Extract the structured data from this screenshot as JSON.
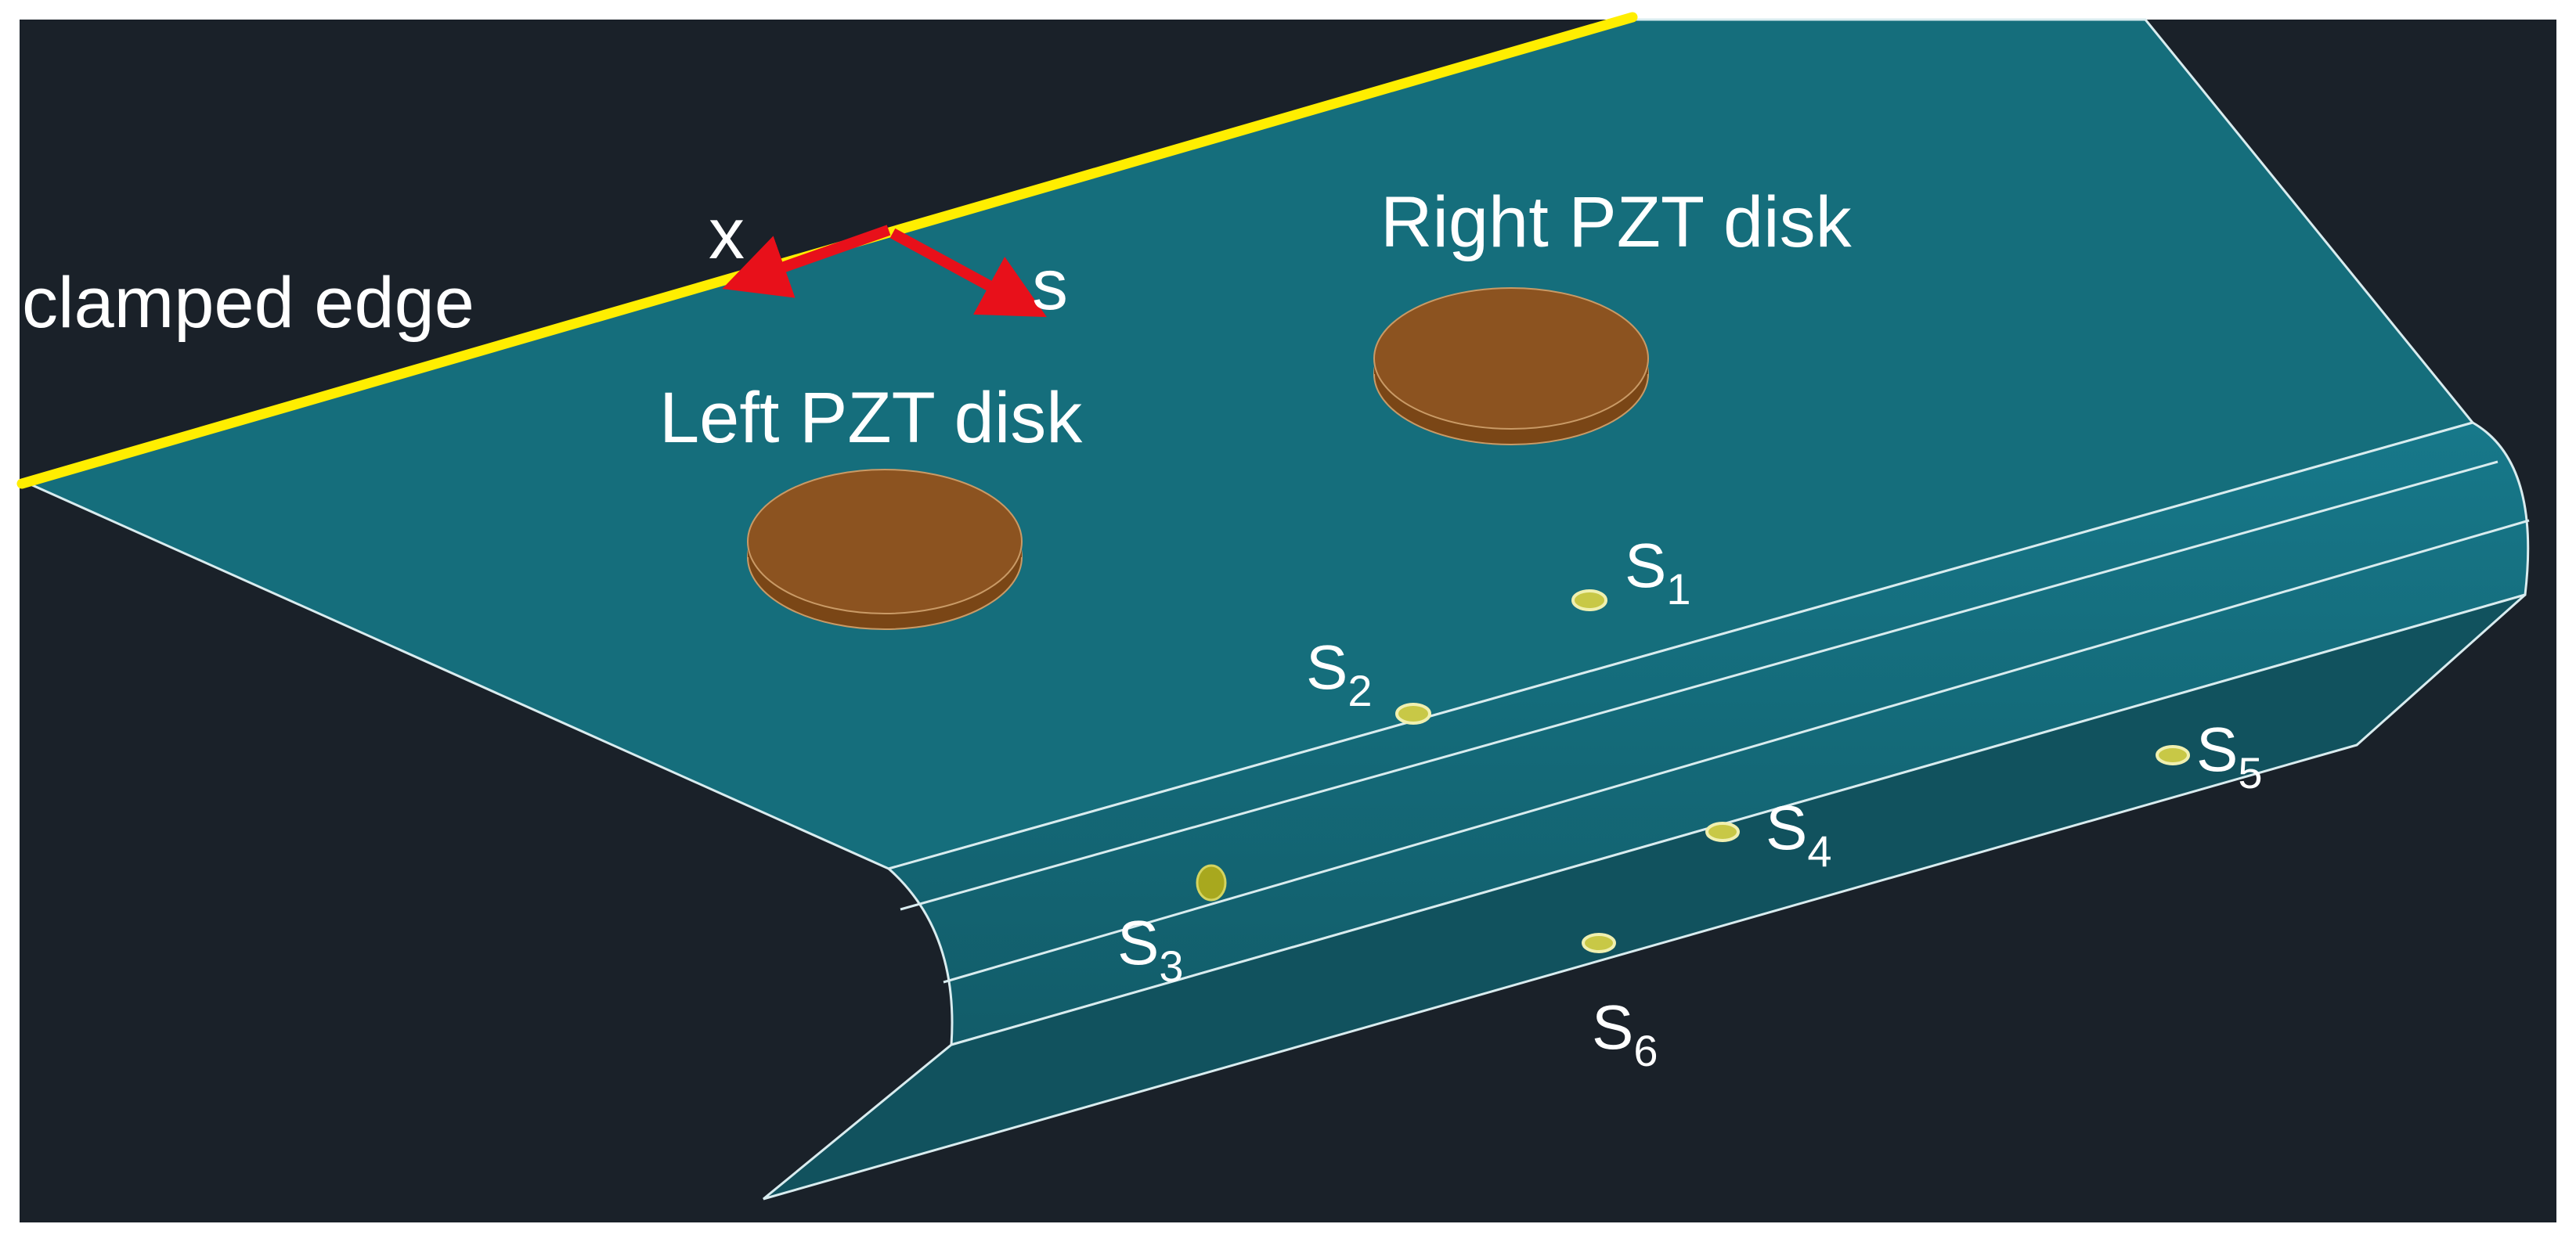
{
  "labels": {
    "clamped_edge": "clamped edge",
    "left_disk": "Left PZT disk",
    "right_disk": "Right PZT disk",
    "axis_x": "x",
    "axis_s": "s"
  },
  "sensors": [
    {
      "letter": "S",
      "sub": "1"
    },
    {
      "letter": "S",
      "sub": "2"
    },
    {
      "letter": "S",
      "sub": "3"
    },
    {
      "letter": "S",
      "sub": "4"
    },
    {
      "letter": "S",
      "sub": "5"
    },
    {
      "letter": "S",
      "sub": "6"
    }
  ],
  "colors": {
    "background": "#1a2129",
    "plate_top": "#156e7c",
    "plate_front": "#146473",
    "plate_lower": "#11525e",
    "edge_lines": "#d9ecef",
    "clamped_edge": "#ffee00",
    "pzt_disk": "#8c5320",
    "axis_arrows": "#e8101a",
    "sensor": "#c8c846",
    "label_text": "#ffffff"
  }
}
